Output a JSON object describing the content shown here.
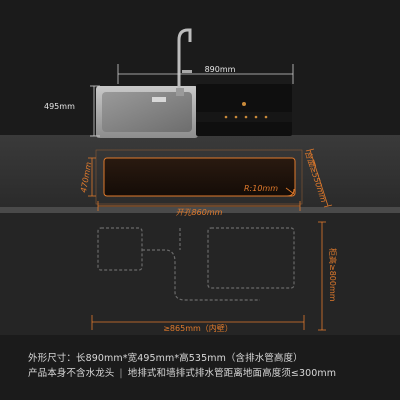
{
  "dimensions": {
    "width_label": "890mm",
    "depth_label": "495mm",
    "cutout_depth_label": "470mm",
    "radius_label": "R:10mm",
    "counter_depth_label": "台面≥550mm",
    "cutout_width_label": "开孔860mm",
    "cabinet_height_label": "柜高≥800mm",
    "inner_width_label": "≥865mm（内壁）"
  },
  "caption": {
    "line1": "外形尺寸：长890mm*宽495mm*高535mm（含排水管高度）",
    "line2_a": "产品本身不含水龙头",
    "line2_sep": "|",
    "line2_b": "地排式和墙排式排水管距离地面高度须≤300mm"
  },
  "colors": {
    "background": "#1b1b1b",
    "accent_orange": "#e07a2c",
    "dimension_line": "#d0d0d0"
  }
}
